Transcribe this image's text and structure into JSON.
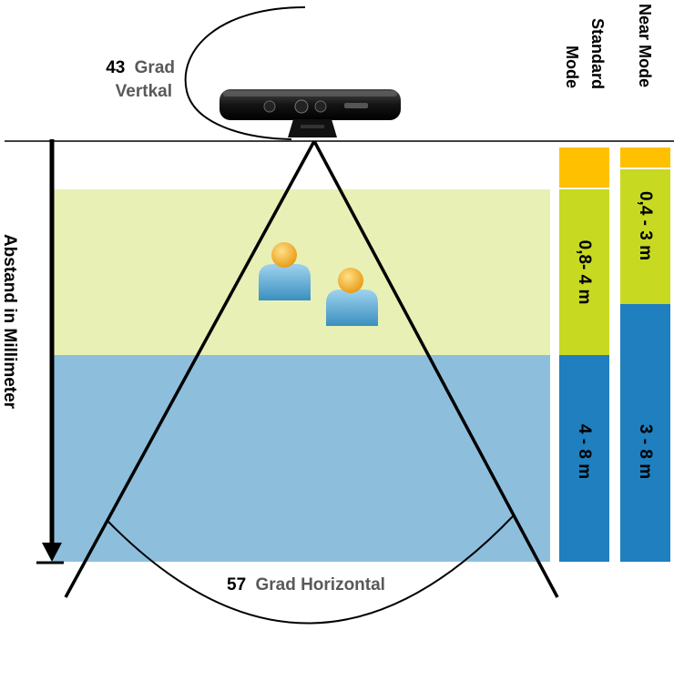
{
  "vertical_angle": {
    "number": "43",
    "word": "Grad",
    "line2": "Vertkal"
  },
  "horizontal_angle": {
    "number": "57",
    "word": "Grad Horizontal"
  },
  "axis_label": "Abstand in Millimeter",
  "columns": {
    "standard": {
      "header_line1": "Standard",
      "header_line2": "Mode",
      "ranges": [
        {
          "id": "too-close",
          "label": "",
          "color": "#FFC000"
        },
        {
          "id": "near",
          "label": "0,8- 4 m",
          "color": "#C7D921"
        },
        {
          "id": "far",
          "label": "4 - 8 m",
          "color": "#1F7FBF"
        }
      ]
    },
    "near": {
      "header": "Near Mode",
      "ranges": [
        {
          "id": "too-close",
          "label": "",
          "color": "#FFC000"
        },
        {
          "id": "near",
          "label": "0,4 - 3 m",
          "color": "#C7D921"
        },
        {
          "id": "far",
          "label": "3 - 8 m",
          "color": "#1F7FBF"
        }
      ]
    }
  },
  "zones": {
    "near_color": "#E9F0B5",
    "far_color": "#8DBFDD"
  },
  "device": {
    "name": "kinect-sensor"
  },
  "people": [
    "person-1",
    "person-2"
  ]
}
